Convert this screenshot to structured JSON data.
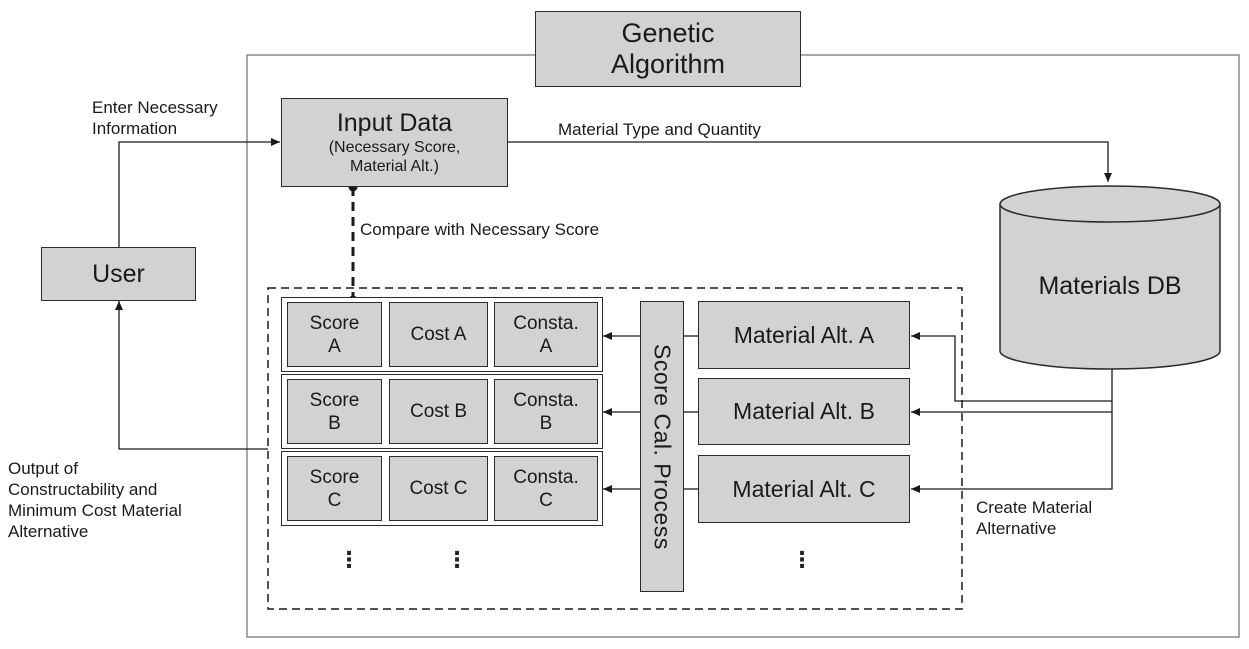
{
  "title": "Genetic\nAlgorithm",
  "input_data": {
    "title": "Input Data",
    "subtitle": "(Necessary Score,\nMaterial Alt.)"
  },
  "user": "User",
  "materials_db": "Materials DB",
  "score_process": "Score Cal. Process",
  "labels": {
    "enter_info": "Enter Necessary\nInformation",
    "material_type": "Material Type and Quantity",
    "compare": "Compare with Necessary Score",
    "output": "Output of\nConstructability and\nMinimum Cost Material\nAlternative",
    "create_alt": "Create Material\nAlternative"
  },
  "rows": [
    {
      "score": "Score\nA",
      "cost": "Cost A",
      "consta": "Consta.\nA",
      "material": "Material Alt. A"
    },
    {
      "score": "Score\nB",
      "cost": "Cost B",
      "consta": "Consta.\nB",
      "material": "Material Alt. B"
    },
    {
      "score": "Score\nC",
      "cost": "Cost C",
      "consta": "Consta.\nC",
      "material": "Material Alt. C"
    }
  ],
  "ellipsis": "⋮"
}
